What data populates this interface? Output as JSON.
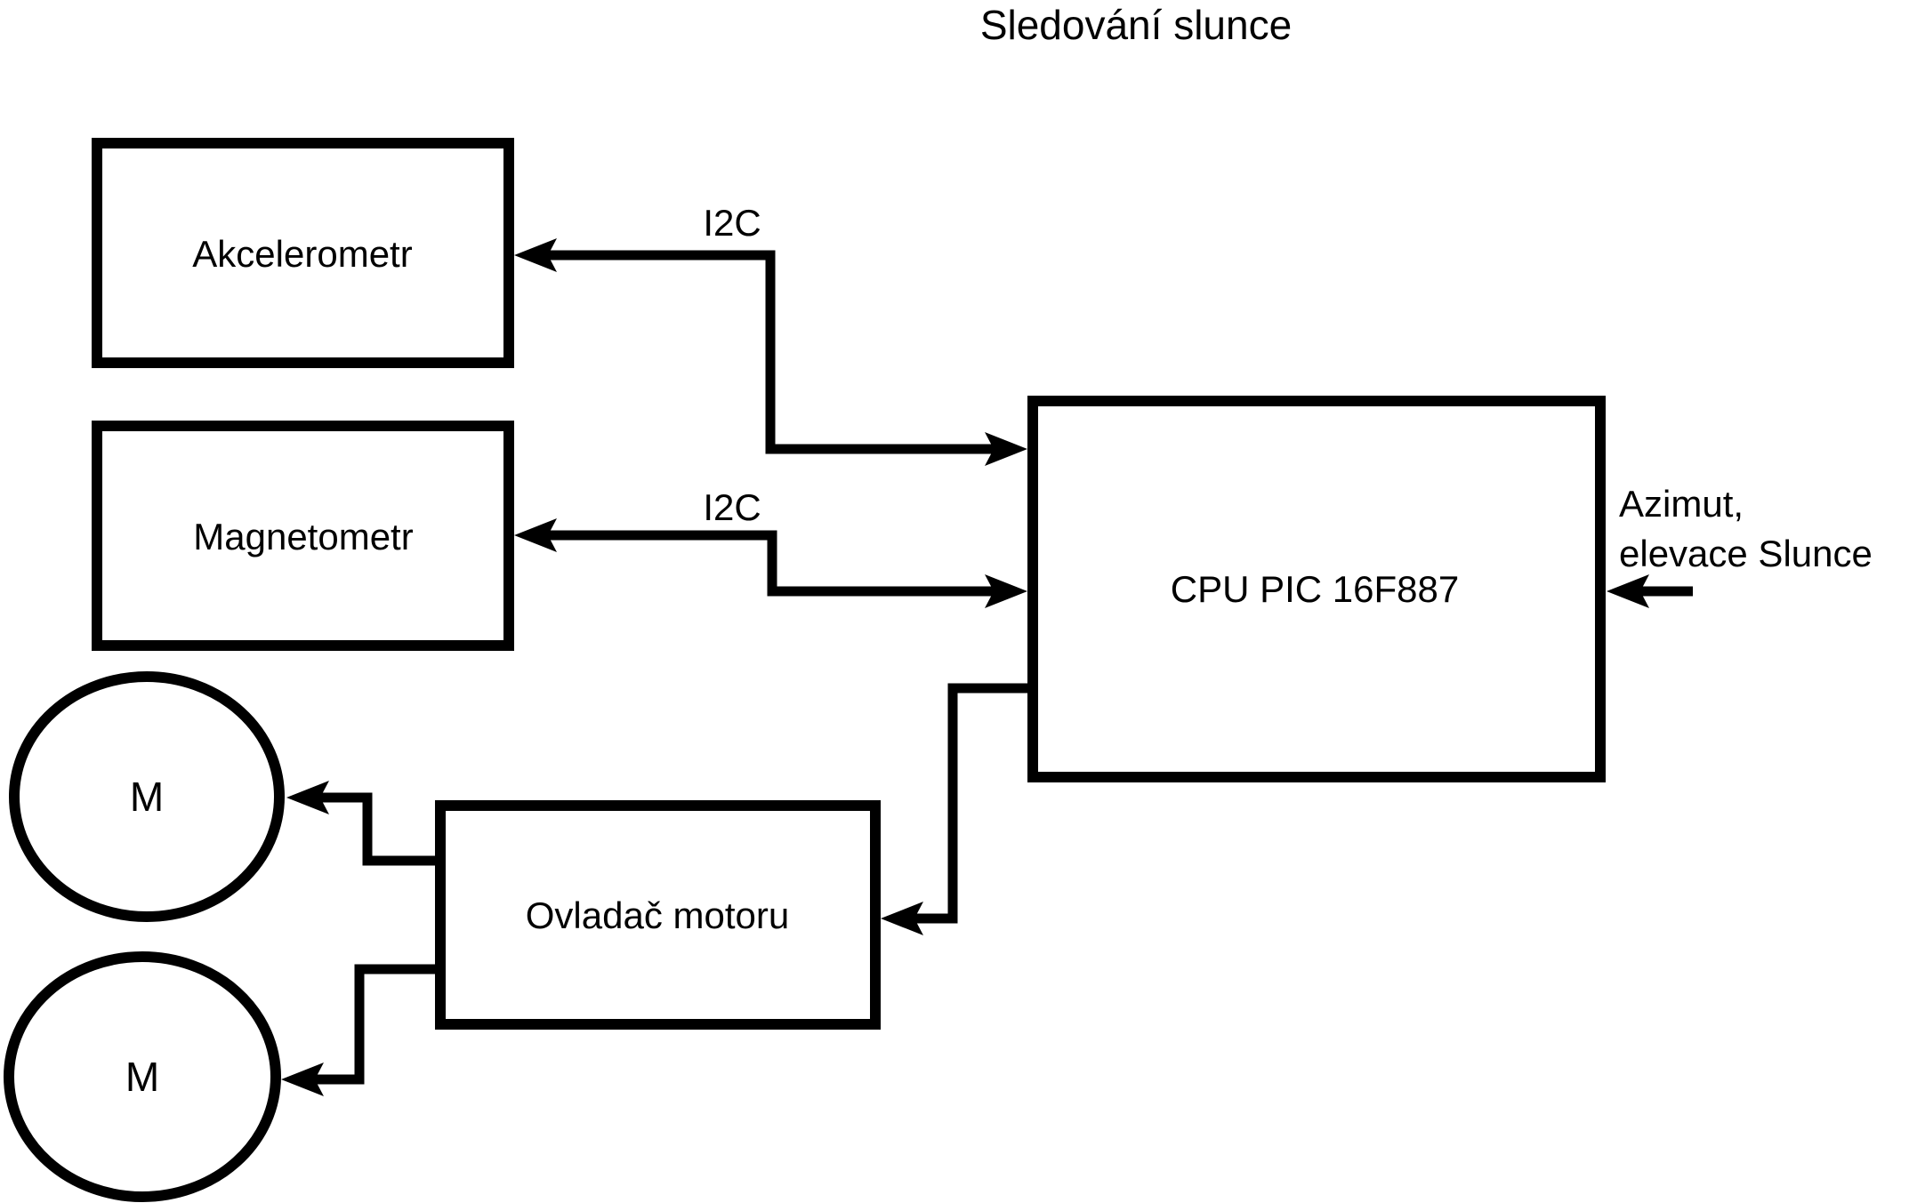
{
  "diagram": {
    "title": "Sledování slunce",
    "nodes": {
      "accelerometer": {
        "label": "Akcelerometr"
      },
      "magnetometer": {
        "label": "Magnetometr"
      },
      "cpu": {
        "label": "CPU PIC 16F887"
      },
      "motor_controller": {
        "label": "Ovladač motoru"
      },
      "motor_top": {
        "label": "M"
      },
      "motor_bottom": {
        "label": "M"
      }
    },
    "edges": {
      "i2c_accelerometer_label": "I2C",
      "i2c_magnetometer_label": "I2C",
      "cpu_input_label_line1": "Azimut,",
      "cpu_input_label_line2": "elevace Slunce"
    },
    "colors": {
      "stroke": "#000000",
      "background": "#ffffff"
    }
  }
}
